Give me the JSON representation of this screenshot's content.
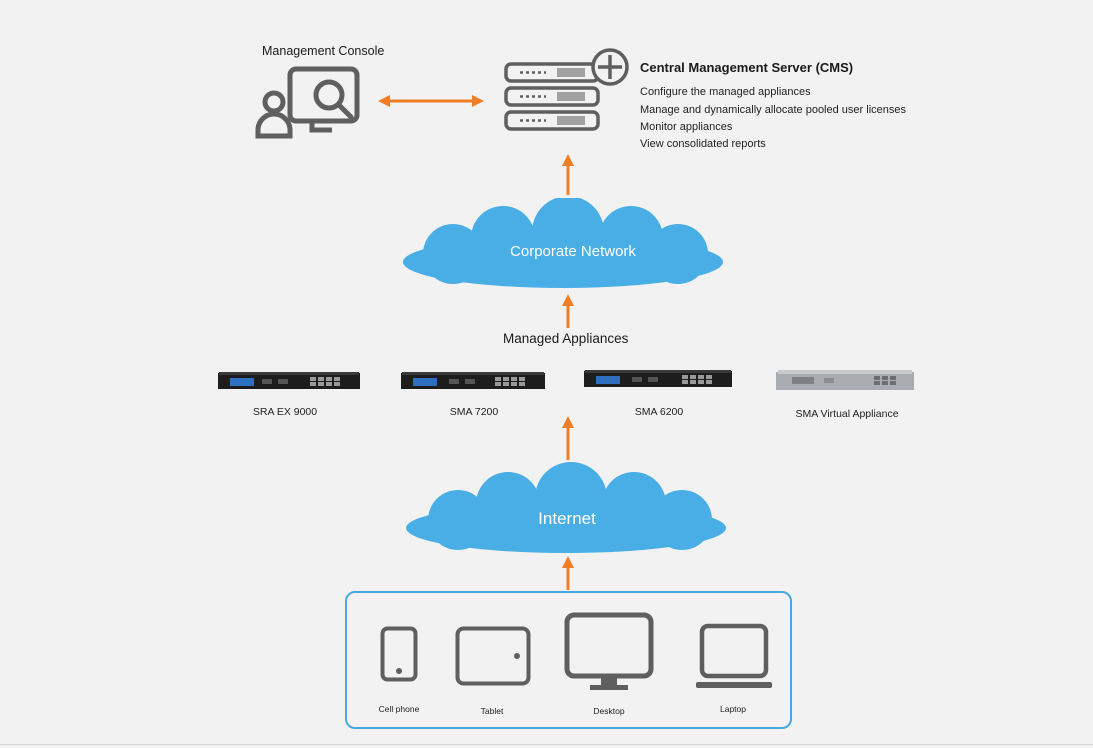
{
  "management_console": {
    "label": "Management Console",
    "icon": "user-search-icon"
  },
  "cms": {
    "title": "Central Management Server (CMS)",
    "icon": "server-stack-plus-icon",
    "items": [
      "Configure the managed appliances",
      "Manage and dynamically allocate pooled user licenses",
      "Monitor appliances",
      "View consolidated reports"
    ]
  },
  "corporate_network": {
    "label": "Corporate Network"
  },
  "managed_appliances": {
    "label": "Managed Appliances",
    "items": [
      {
        "label": "SRA EX 9000",
        "icon": "rack-appliance-icon"
      },
      {
        "label": "SMA 7200",
        "icon": "rack-appliance-icon"
      },
      {
        "label": "SMA 6200",
        "icon": "rack-appliance-icon"
      },
      {
        "label": "SMA Virtual Appliance",
        "icon": "virtual-appliance-icon"
      }
    ]
  },
  "internet": {
    "label": "Internet"
  },
  "devices": [
    {
      "label": "Cell phone",
      "icon": "cell-phone-icon"
    },
    {
      "label": "Tablet",
      "icon": "tablet-icon"
    },
    {
      "label": "Desktop",
      "icon": "desktop-icon"
    },
    {
      "label": "Laptop",
      "icon": "laptop-icon"
    }
  ],
  "colors": {
    "arrow": "#f07e26",
    "cloud": "#4aaee6",
    "icon_gray": "#5f5f5f",
    "box_border": "#4aa8e0"
  }
}
